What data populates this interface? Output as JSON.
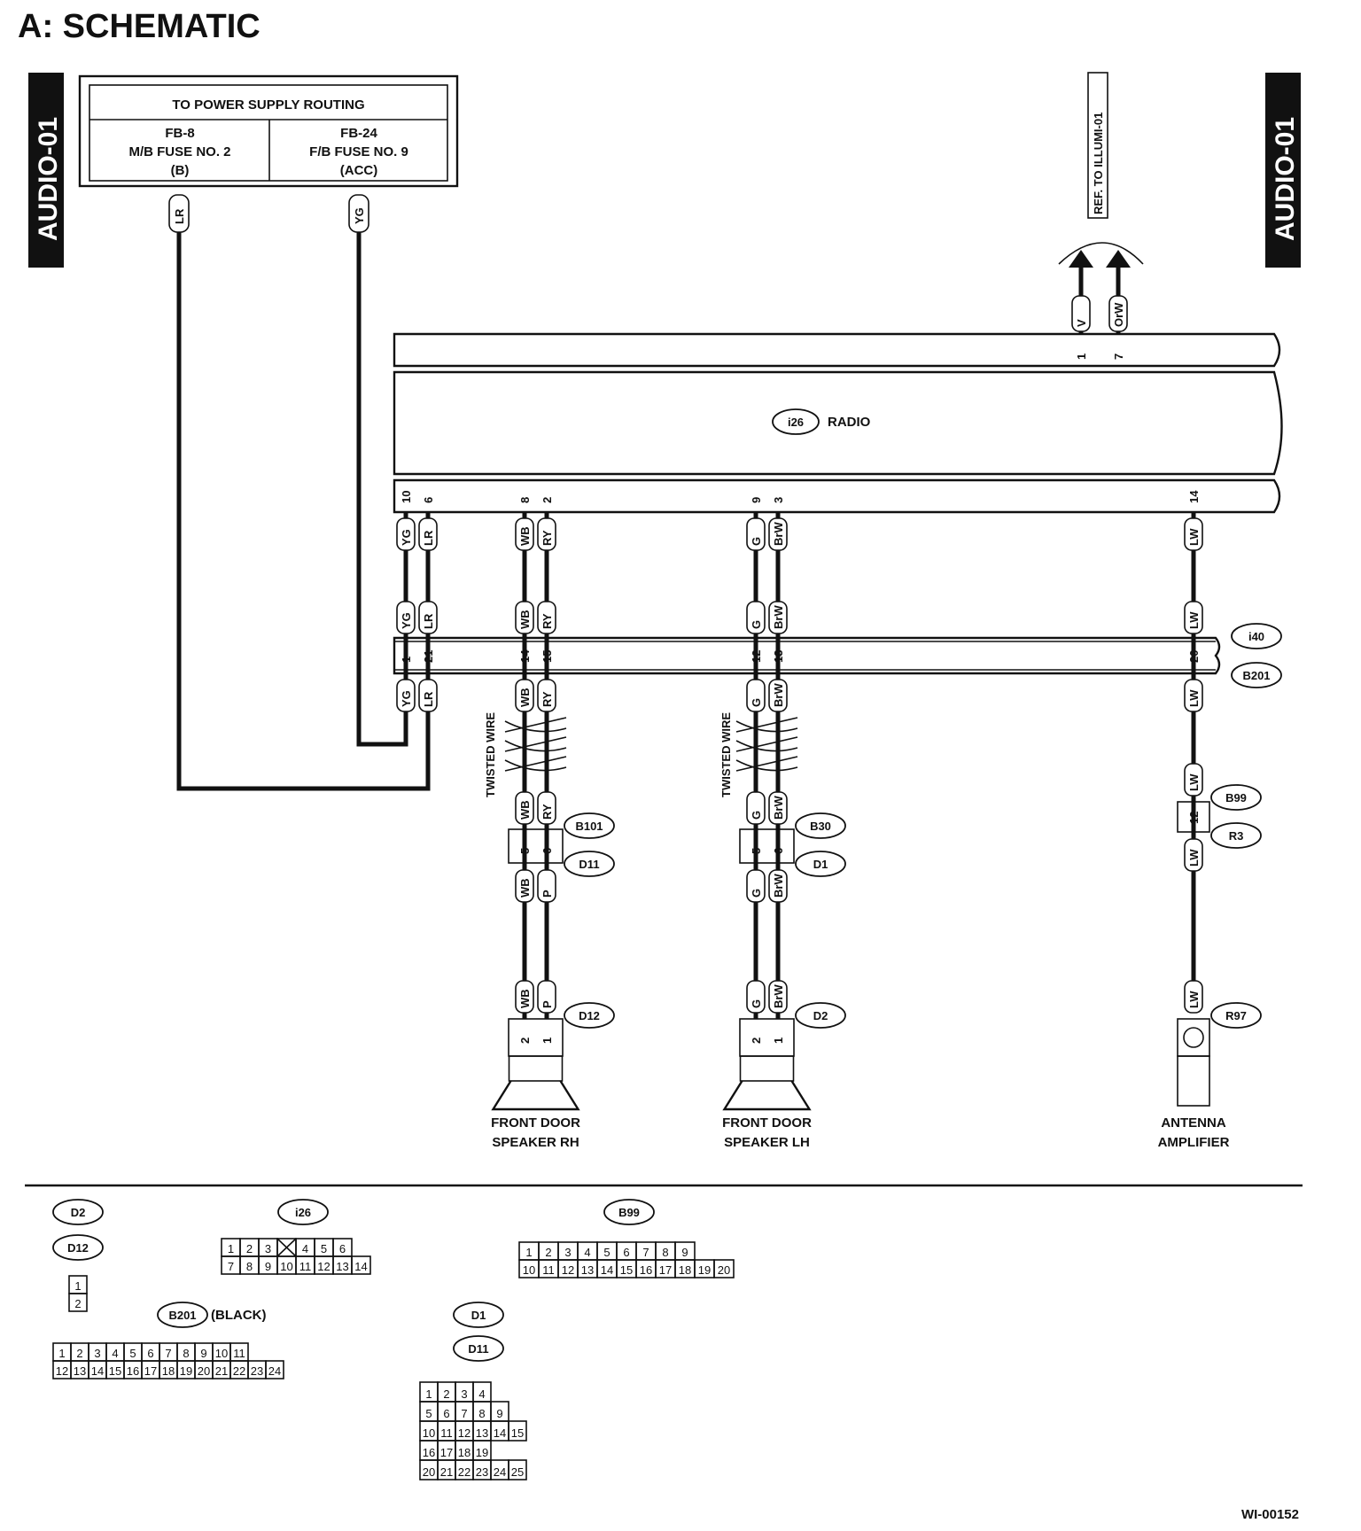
{
  "title": "A:  SCHEMATIC",
  "side_tab": "AUDIO-01",
  "doc_id": "WI-00152",
  "power_box": {
    "heading": "TO POWER SUPPLY ROUTING",
    "left": [
      "FB-8",
      "M/B FUSE NO. 2",
      "(B)"
    ],
    "right": [
      "FB-24",
      "F/B FUSE NO. 9",
      "(ACC)"
    ]
  },
  "ref_label": "REF. TO ILLUMI-01",
  "radio": {
    "connector": "i26",
    "label": "RADIO"
  },
  "top_pins": [
    {
      "pin": "1",
      "wire": "V"
    },
    {
      "pin": "7",
      "wire": "OrW"
    }
  ],
  "bottom_pins": [
    "10",
    "6",
    "8",
    "2",
    "9",
    "3",
    "14"
  ],
  "wires_radio": [
    "YG",
    "LR",
    "WB",
    "RY",
    "G",
    "BrW",
    "LW"
  ],
  "joint_pins": [
    "1",
    "21",
    "14",
    "15",
    "12",
    "13",
    "20"
  ],
  "joint_connectors": [
    "i40",
    "B201"
  ],
  "power_wires": [
    "LR",
    "YG"
  ],
  "twisted_label": "TWISTED WIRE",
  "rh": {
    "conn_a": "B101",
    "conn_b": "D11",
    "conn_c": "D12",
    "pins": [
      "5",
      "6"
    ],
    "spk_pins": [
      "2",
      "1"
    ],
    "wires_lower": [
      "WB",
      "P"
    ],
    "label1": "FRONT DOOR",
    "label2": "SPEAKER RH"
  },
  "lh": {
    "conn_a": "B30",
    "conn_b": "D1",
    "conn_c": "D2",
    "pins": [
      "5",
      "6"
    ],
    "spk_pins": [
      "2",
      "1"
    ],
    "wires_lower": [
      "G",
      "BrW"
    ],
    "label1": "FRONT DOOR",
    "label2": "SPEAKER LH"
  },
  "ant": {
    "conn_a": "B99",
    "conn_b": "R3",
    "conn_c": "R97",
    "pin": "12",
    "wire": "LW",
    "label1": "ANTENNA",
    "label2": "AMPLIFIER"
  },
  "faces": {
    "d2_d12": {
      "ids": [
        "D2",
        "D12"
      ],
      "rows": [
        [
          "1"
        ],
        [
          "2"
        ]
      ]
    },
    "i26": {
      "id": "i26",
      "rows": [
        [
          "1",
          "2",
          "3",
          "",
          "4",
          "5",
          "6"
        ],
        [
          "7",
          "8",
          "9",
          "10",
          "11",
          "12",
          "13",
          "14"
        ]
      ]
    },
    "b99": {
      "id": "B99",
      "rows": [
        [
          "1",
          "2",
          "3",
          "4",
          "5",
          "6",
          "7",
          "8",
          "9"
        ],
        [
          "10",
          "11",
          "12",
          "13",
          "14",
          "15",
          "16",
          "17",
          "18",
          "19",
          "20"
        ]
      ]
    },
    "b201": {
      "id": "B201",
      "suffix": "(BLACK)",
      "rows": [
        [
          "1",
          "2",
          "3",
          "4",
          "5",
          "6",
          "7",
          "8",
          "9",
          "10",
          "11"
        ],
        [
          "12",
          "13",
          "14",
          "15",
          "16",
          "17",
          "18",
          "19",
          "20",
          "21",
          "22",
          "23",
          "24"
        ]
      ]
    },
    "d1_d11": {
      "ids": [
        "D1",
        "D11"
      ],
      "rows": [
        [
          "1",
          "2",
          "3",
          "4"
        ],
        [
          "5",
          "6",
          "7",
          "8",
          "9"
        ],
        [
          "10",
          "11",
          "12",
          "13",
          "14",
          "15"
        ],
        [
          "16",
          "17",
          "18",
          "19"
        ],
        [
          "20",
          "21",
          "22",
          "23",
          "24",
          "25"
        ]
      ]
    }
  }
}
